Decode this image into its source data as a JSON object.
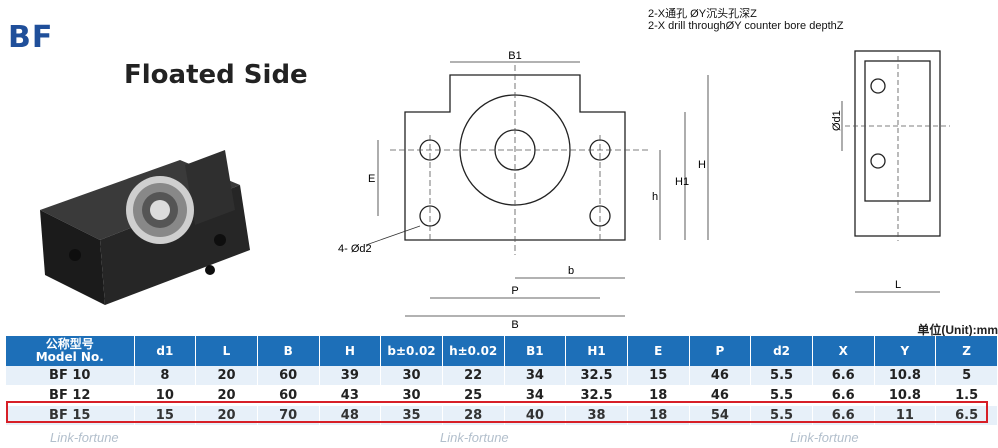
{
  "brand": "BF",
  "subtitle": "Floated Side",
  "note": {
    "line1": "2-X通孔 ØY沉头孔深Z",
    "line2": "2-X drill throughØY counter bore depthZ"
  },
  "dims": {
    "b1": "B1",
    "e": "E",
    "h": "h",
    "h1": "H1",
    "H": "H",
    "d2": "4- Ød2",
    "b": "b",
    "p": "P",
    "B": "B",
    "d1": "Ød1",
    "L": "L"
  },
  "unit_label": "单位(Unit):mm",
  "table": {
    "headers": [
      {
        "zh": "公称型号",
        "en": "Model No."
      },
      {
        "zh": "",
        "en": "d1"
      },
      {
        "zh": "",
        "en": "L"
      },
      {
        "zh": "",
        "en": "B"
      },
      {
        "zh": "",
        "en": "H"
      },
      {
        "zh": "",
        "en": "b±0.02"
      },
      {
        "zh": "",
        "en": "h±0.02"
      },
      {
        "zh": "",
        "en": "B1"
      },
      {
        "zh": "",
        "en": "H1"
      },
      {
        "zh": "",
        "en": "E"
      },
      {
        "zh": "",
        "en": "P"
      },
      {
        "zh": "",
        "en": "d2"
      },
      {
        "zh": "",
        "en": "X"
      },
      {
        "zh": "",
        "en": "Y"
      },
      {
        "zh": "",
        "en": "Z"
      }
    ],
    "rows": [
      [
        "BF 10",
        "8",
        "20",
        "60",
        "39",
        "30",
        "22",
        "34",
        "32.5",
        "15",
        "46",
        "5.5",
        "6.6",
        "10.8",
        "5"
      ],
      [
        "BF 12",
        "10",
        "20",
        "60",
        "43",
        "30",
        "25",
        "34",
        "32.5",
        "18",
        "46",
        "5.5",
        "6.6",
        "10.8",
        "1.5"
      ],
      [
        "BF 15",
        "15",
        "20",
        "70",
        "48",
        "35",
        "28",
        "40",
        "38",
        "18",
        "54",
        "5.5",
        "6.6",
        "11",
        "6.5"
      ]
    ]
  },
  "watermark": "Link-fortune"
}
